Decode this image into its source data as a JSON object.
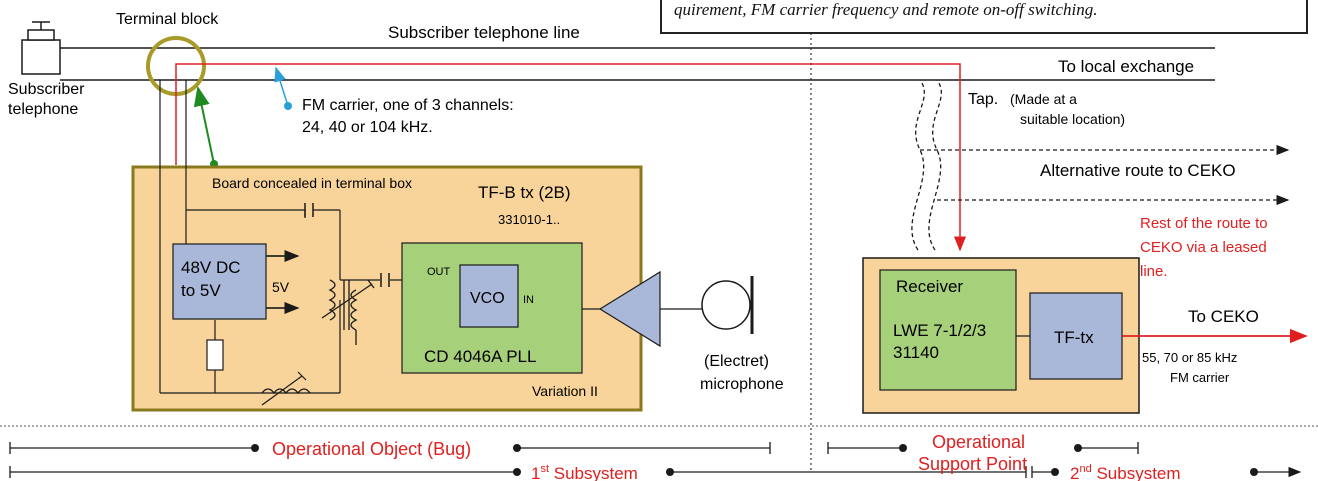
{
  "caption": {
    "text": "quirement, FM carrier frequency and remote on-off switching."
  },
  "labels": {
    "terminal_block": "Terminal block",
    "subscriber_line": "Subscriber telephone line",
    "subscriber_phone_1": "Subscriber",
    "subscriber_phone_2": "telephone",
    "to_local_exchange": "To local exchange",
    "fm_carrier_1": "FM carrier, one of 3 channels:",
    "fm_carrier_2": "24, 40 or 104 kHz.",
    "tap_main": "Tap.",
    "tap_note_1": "(Made at a",
    "tap_note_2": "suitable location)",
    "alt_route": "Alternative route to CEKO",
    "rest_route_1": "Rest of the route to",
    "rest_route_2": "CEKO via a leased",
    "rest_route_3": "line.",
    "to_ceko": "To CEKO",
    "ceko_carrier_1": "55, 70 or 85 kHz",
    "ceko_carrier_2": "FM carrier",
    "board_concealed": "Board concealed in terminal box",
    "tx_name": "TF-B tx  (2B)",
    "tx_part": "331010-1..",
    "dc_conv_1": "48V DC",
    "dc_conv_2": "to 5V",
    "five_v": "5V",
    "out": "OUT",
    "in": "IN",
    "vco": "VCO",
    "pll": "CD 4046A  PLL",
    "variation": "Variation II",
    "mic_1": "(Electret)",
    "mic_2": "microphone",
    "receiver": "Receiver",
    "receiver_model_1": "LWE 7-1/2/3",
    "receiver_model_2": "31140",
    "tf_tx": "TF-tx",
    "op_object": "Operational Object (Bug)",
    "subsystem_1_main": "1",
    "subsystem_1_sup": "st",
    "subsystem_1_rest": " Subsystem",
    "op_support_1": "Operational",
    "op_support_2": "Support Point",
    "subsystem_2_main": "2",
    "subsystem_2_sup": "nd",
    "subsystem_2_rest": "  Subsystem"
  },
  "colors": {
    "board_fill": "#f8d49a",
    "board_border": "#8a7a1e",
    "block_blue": "#a9b8d8",
    "block_green": "#a6d07a",
    "terminal_ring": "#a89b2a",
    "red_line": "#e02020",
    "green_arrow": "#1f8a1f",
    "cyan_arrow": "#2aa0d8",
    "red_text": "#e02020",
    "line": "#1a1a1a"
  }
}
